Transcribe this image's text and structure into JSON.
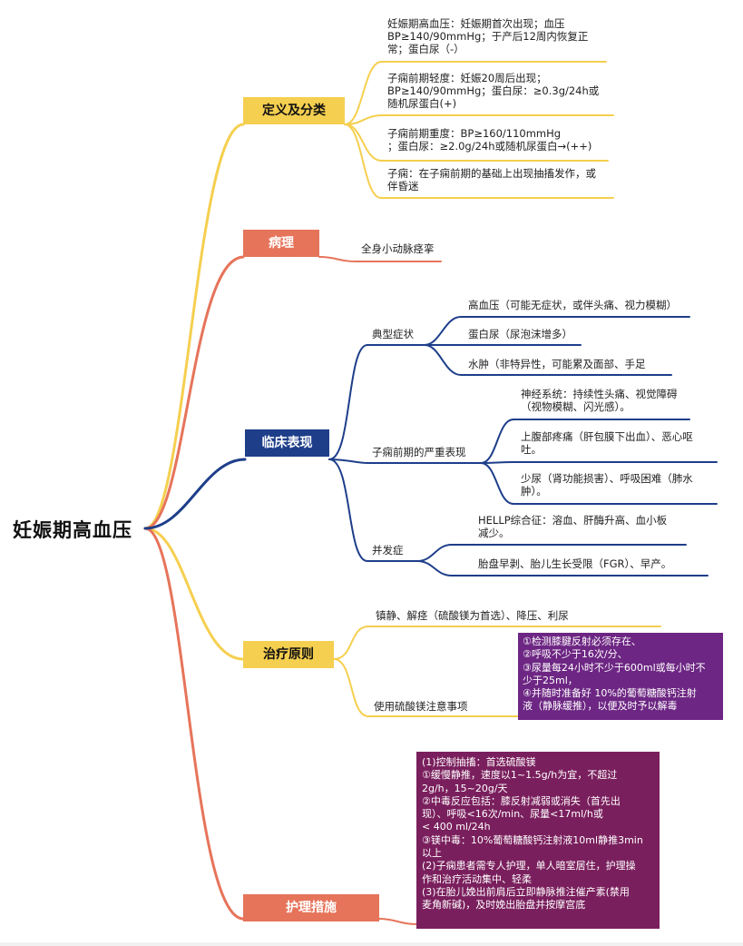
{
  "root": "妊娠期高血压",
  "colors": {
    "yellow": "#f5cf4f",
    "orange": "#e6745a",
    "blue": "#1e3e8a",
    "purple1": "#6d2683",
    "purple2": "#7a1f5d"
  },
  "branches": {
    "definition": {
      "label": "定义及分类",
      "items": [
        [
          "妊娠期高血压：妊娠期首次出现；血压",
          "BP≥140/90mmHg；于产后12周内恢复正",
          "常；蛋白尿（-）"
        ],
        [
          "子痫前期轻度：妊娠20周后出现；",
          "BP≥140/90mmHg；蛋白尿：≥0.3g/24h或",
          "随机尿蛋白(+)"
        ],
        [
          "子痫前期重度：BP≥160/110mmHg",
          "；蛋白尿：≥2.0g/24h或随机尿蛋白→(++)"
        ],
        [
          "子痫：在子痫前期的基础上出现抽搐发作，或",
          "伴昏迷"
        ]
      ]
    },
    "pathology": {
      "label": "病理",
      "item": "全身小动脉痉挛"
    },
    "clinical": {
      "label": "临床表现",
      "typical": {
        "label": "典型症状",
        "items": [
          "高血压（可能无症状，或伴头痛、视力模糊）",
          "蛋白尿（尿泡沫增多）",
          "水肿（非特异性，可能累及面部、手足"
        ]
      },
      "severe": {
        "label": "子痫前期的严重表现",
        "items": [
          [
            "神经系统：持续性头痛、视觉障碍",
            "（视物模糊、闪光感）。"
          ],
          [
            "上腹部疼痛（肝包膜下出血）、恶心呕",
            "吐。"
          ],
          [
            "少尿（肾功能损害）、呼吸困难（肺水",
            "肿）。"
          ]
        ]
      },
      "complications": {
        "label": "并发症",
        "items": [
          [
            "HELLP综合征：溶血、肝酶升高、血小板",
            "减少。"
          ],
          [
            "胎盘早剥、胎儿生长受限（FGR）、早产。"
          ]
        ]
      }
    },
    "treatment": {
      "label": "治疗原则",
      "principle": "镇静、解痉（硫酸镁为首选）、降压、利尿",
      "mgso4_label": "使用硫酸镁注意事项",
      "mgso4_notes": [
        "①检测膝腱反射必须存在、",
        "②呼吸不少于16次/分、",
        "③尿量每24小时不少于600ml或每小时不",
        "少于25ml，",
        "④并随时准备好 10%的葡萄糖酸钙注射",
        "液（静脉缓推），以便及时予以解毒"
      ]
    },
    "nursing": {
      "label": "护理措施",
      "notes": [
        "(1)控制抽搐：首选硫酸镁",
        "①缓慢静推，速度以1~1.5g/h为宜，不超过",
        "2g/h，15~20g/天",
        "②中毒反应包括：膝反射减弱或消失（首先出",
        "现）、呼吸<16次/min、尿量<17ml/h或",
        "< 400 ml/24h",
        "③镁中毒：10%葡萄糖酸钙注射液10ml静推3min",
        "以上",
        "(2)子痫患者需专人护理，单人暗室居住，护理操",
        "作和治疗活动集中、轻柔",
        "(3)在胎儿娩出前肩后立即静脉推注催产素(禁用",
        "麦角新碱)，及时娩出胎盘并按摩宫底"
      ]
    }
  }
}
